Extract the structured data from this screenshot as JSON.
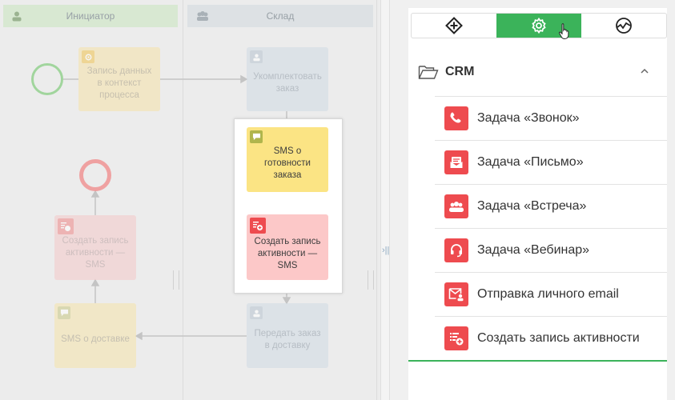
{
  "lanes": {
    "initiator": {
      "label": "Инициатор"
    },
    "warehouse": {
      "label": "Склад"
    }
  },
  "nodes": {
    "write_data": {
      "label": "Запись данных в контекст процесса"
    },
    "assemble": {
      "label": "Укомплектовать заказ"
    },
    "sms_ready": {
      "label": "SMS о готовности заказа"
    },
    "create_activity_right": {
      "label": "Создать запись активности — SMS"
    },
    "create_activity_left": {
      "label": "Создать запись активности — SMS"
    },
    "sms_delivery": {
      "label": "SMS о доставке"
    },
    "hand_over": {
      "label": "Передать заказ в доставку"
    }
  },
  "toolbox": {
    "tabs": [
      {
        "icon": "diamond-plus-icon"
      },
      {
        "icon": "gear-icon",
        "active": true
      },
      {
        "icon": "chart-clock-icon"
      }
    ],
    "group": {
      "label": "CRM",
      "icon": "folder-open-icon",
      "expanded": true
    },
    "items": [
      {
        "label": "Задача «Звонок»",
        "icon": "phone-icon"
      },
      {
        "label": "Задача «Письмо»",
        "icon": "envelope-task-icon"
      },
      {
        "label": "Задача «Встреча»",
        "icon": "people-icon"
      },
      {
        "label": "Задача «Вебинар»",
        "icon": "headset-icon"
      },
      {
        "label": "Отправка личного email",
        "icon": "personal-email-icon"
      },
      {
        "label": "Создать запись активности",
        "icon": "activity-add-icon"
      }
    ]
  },
  "colors": {
    "accent_green": "#3bb35a",
    "task_red": "#ee4b4f",
    "sms_yellow": "#fbe484",
    "activity_pink": "#fcc8c8"
  }
}
